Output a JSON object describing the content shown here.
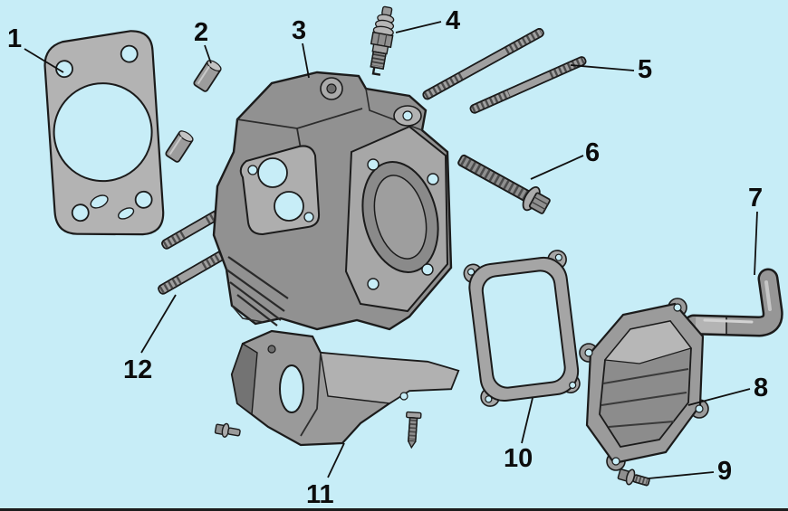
{
  "diagram": {
    "type": "exploded-parts-diagram",
    "subject": "cylinder-head-assembly",
    "colors": {
      "background": "#c7edf7",
      "part_fill": "#939393",
      "line": "#1b1b1b"
    },
    "callouts": [
      {
        "number": "1",
        "part": "cylinder-head-gasket"
      },
      {
        "number": "2",
        "part": "dowel-pins"
      },
      {
        "number": "3",
        "part": "cylinder-head"
      },
      {
        "number": "4",
        "part": "spark-plug"
      },
      {
        "number": "5",
        "part": "head-stud-bolts"
      },
      {
        "number": "6",
        "part": "flange-bolt"
      },
      {
        "number": "7",
        "part": "breather-tube"
      },
      {
        "number": "8",
        "part": "valve-cover"
      },
      {
        "number": "9",
        "part": "valve-cover-bolt"
      },
      {
        "number": "10",
        "part": "valve-cover-gasket"
      },
      {
        "number": "11",
        "part": "heat-shield"
      },
      {
        "number": "12",
        "part": "exhaust-studs"
      }
    ]
  }
}
